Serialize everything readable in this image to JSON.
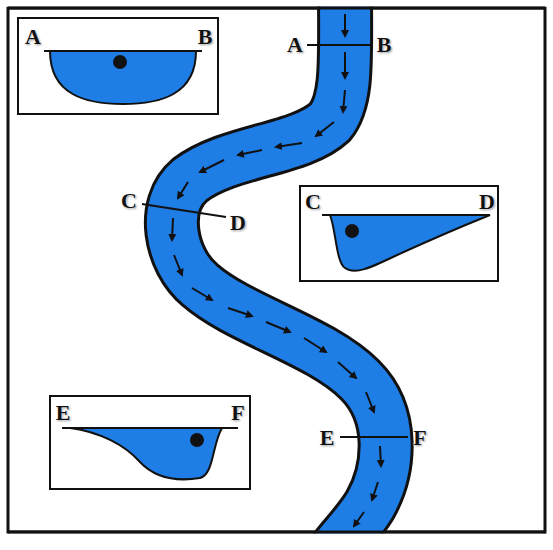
{
  "diagram": {
    "labels": [
      "A",
      "B",
      "A",
      "B",
      "C",
      "D",
      "C",
      "D",
      "E",
      "F",
      "E",
      "F"
    ]
  }
}
